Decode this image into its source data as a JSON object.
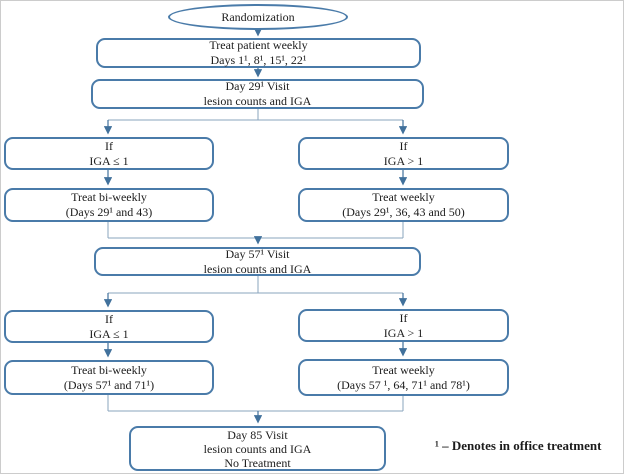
{
  "flowchart": {
    "start": {
      "label": "Randomization"
    },
    "boxes": {
      "treat_initial": {
        "line1": "Treat patient weekly",
        "line2": "Days 1¹, 8¹, 15¹, 22¹"
      },
      "day29": {
        "line1": "Day 29¹ Visit",
        "line2": "lesion counts and IGA"
      },
      "if_le1_first": {
        "line1": "If",
        "line2": "IGA ≤ 1"
      },
      "if_gt1_first": {
        "line1": "If",
        "line2": "IGA > 1"
      },
      "biweekly_first": {
        "line1": "Treat bi-weekly",
        "line2": "(Days 29¹ and 43)"
      },
      "weekly_first": {
        "line1": "Treat weekly",
        "line2": "(Days 29¹, 36, 43 and 50)"
      },
      "day57": {
        "line1": "Day 57¹ Visit",
        "line2": "lesion counts and IGA"
      },
      "if_le1_second": {
        "line1": "If",
        "line2": "IGA ≤ 1"
      },
      "if_gt1_second": {
        "line1": "If",
        "line2": "IGA > 1"
      },
      "biweekly_second": {
        "line1": "Treat bi-weekly",
        "line2": "(Days 57¹ and 71¹)"
      },
      "weekly_second": {
        "line1": "Treat weekly",
        "line2": "(Days 57 ¹, 64, 71¹ and 78¹)"
      },
      "day85": {
        "line1": "Day 85 Visit",
        "line2": "lesion counts and IGA",
        "line3": "No Treatment"
      }
    },
    "footnote": "¹ – Denotes in office treatment",
    "colors": {
      "box_border": "#4a7ba9",
      "connector_line": "#8aa4bd",
      "arrow": "#41719c",
      "text": "#1c1c1c"
    }
  }
}
